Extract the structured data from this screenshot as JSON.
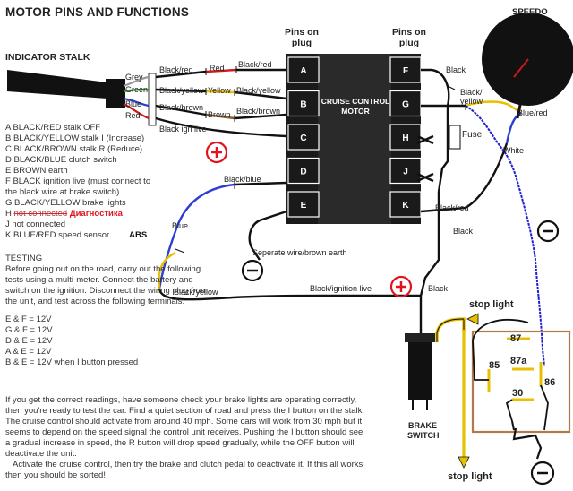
{
  "title": "MOTOR PINS AND FUNCTIONS",
  "indicator_stalk": "INDICATOR STALK",
  "pins_on_plug": "Pins on\nplug",
  "speedo": "SPEEDO",
  "motor_label": "CRUISE CONTROL\nMOTOR",
  "brake_switch": "BRAKE\nSWITCH",
  "fuse": "Fuse",
  "left_pins": [
    "A",
    "B",
    "C",
    "D",
    "E"
  ],
  "right_pins": [
    "F",
    "G",
    "H",
    "J",
    "K"
  ],
  "stalk_wires": [
    "Grey",
    "Green",
    "Blue",
    "Red"
  ],
  "wire_labels": {
    "black_red_1": "Black/red",
    "red": "Red",
    "black_red_2": "Black/red",
    "black_yellow_1": "Black/yellow",
    "yellow": "Yellow",
    "black_yellow_2": "Black/yellow",
    "black_brown_1": "Black/brown",
    "brown": "Brown",
    "black_brown_2": "Black/brown",
    "black_ign_live": "Black ign live",
    "black_blue": "Black/blue",
    "blue": "Blue",
    "black_yellow_3": "Black/yellow",
    "separate": "Seperate wire/brown earth",
    "black_ign_live_2": "Black/ignition live",
    "black_r1": "Black",
    "black_yellow_r": "Black/\nyellow",
    "blue_red": "Blue/red",
    "white": "White",
    "black_red_r": "Black/red",
    "black_r2": "Black",
    "black_r3": "Black"
  },
  "legend": {
    "a": "A BLACK/RED stalk OFF",
    "b": "B BLACK/YELLOW stalk I (Increase)",
    "c": "C BLACK/BROWN stalk R (Reduce)",
    "d": "D BLACK/BLUE clutch switch",
    "e": "E BROWN earth",
    "f1": "F BLACK ignition live (must connect to",
    "f2": "the black wire at brake switch)",
    "g": "G BLACK/YELLOW brake lights",
    "h_prefix": "H ",
    "h_strike": "not connected",
    "h_ru": "Диагностика",
    "j": "J not connected",
    "k": "K BLUE/RED speed sensor",
    "abs": "ABS"
  },
  "testing": {
    "heading": "TESTING",
    "text": "Before going out on the road, carry out the following tests using a multi-meter. Connect the battery and switch on the ignition. Disconnect the wiring plug from the unit, and test across the following terminals:",
    "tests": [
      "E & F = 12V",
      "G & F = 12V",
      "D & E = 12V",
      "A & E = 12V",
      "B & E = 12V when I button pressed"
    ]
  },
  "body2": {
    "p1": "If you get the correct readings, have someone check your brake lights are operating correctly, then you're ready to test the car. Find a quiet section of road and press the I button on the stalk. The cruise control should activate from around 40 mph. Some cars will work from 30 mph but it seems to depend on the speed signal the control unit receives. Pushing the I button should see a gradual increase in speed, the R button will drop speed gradually, while the OFF button will deactivate the unit.",
    "p2": "Activate the cruise control, then try the brake and clutch pedal to deactivate it. If this all works then you should be sorted!"
  },
  "relay": {
    "stop_light_top": "stop light",
    "stop_light_bottom": "stop light",
    "pins": [
      "87",
      "85",
      "87a",
      "86",
      "30"
    ]
  },
  "symbols": {
    "plus": "+",
    "minus": "−"
  },
  "colors": {
    "plus_red": "#e0141e",
    "blue_wire": "#1f1fd0",
    "yellow_wire": "#e8c000",
    "relay_border": "#b07a4a"
  }
}
